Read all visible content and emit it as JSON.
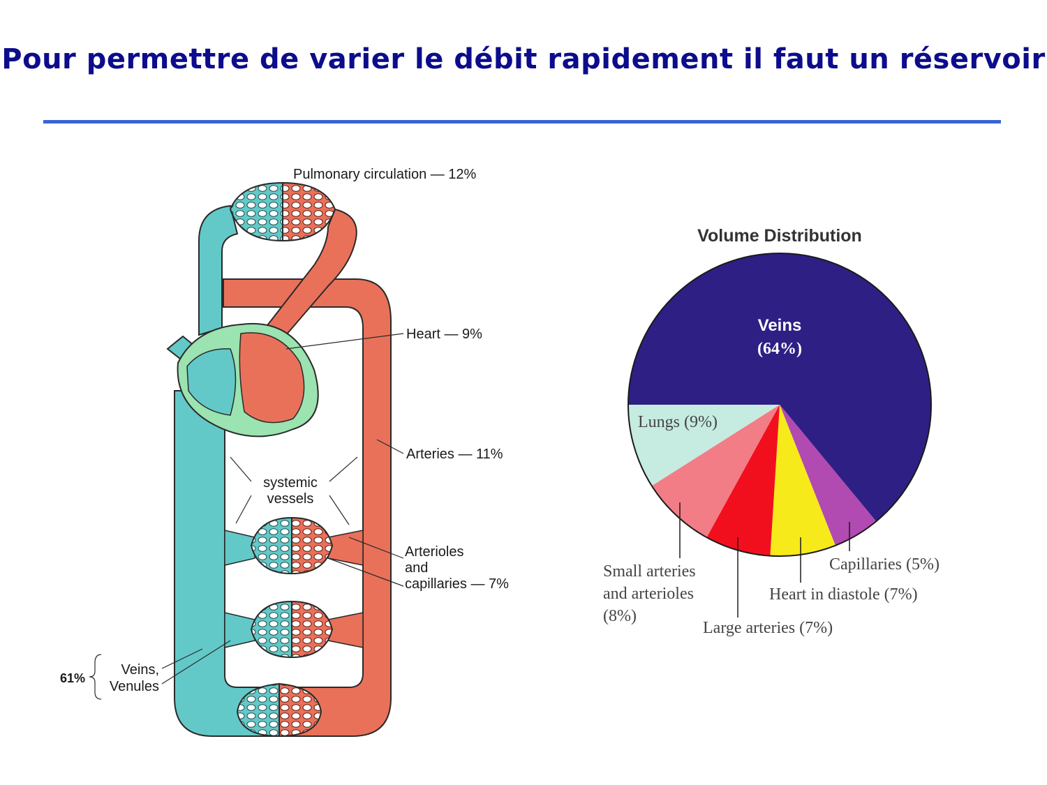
{
  "title": "Pour permettre de varier le débit rapidement il faut un réservoir",
  "colors": {
    "title": "#0c0c8c",
    "rule": "#3a64d4",
    "venous": "#63c9c8",
    "arterial": "#e9715a",
    "heart_wall": "#9be3b0"
  },
  "circulation_diagram": {
    "pulmonary": "Pulmonary circulation — 12%",
    "heart": "Heart — 9%",
    "arteries": "Arteries — 11%",
    "systemic_line1": "systemic",
    "systemic_line2": "vessels",
    "arterioles_line1": "Arterioles",
    "arterioles_line2": "and",
    "arterioles_line3": "capillaries — 7%",
    "veins_percent": "61%",
    "veins_line1": "Veins,",
    "veins_line2": "Venules"
  },
  "chart_data": {
    "type": "pie",
    "title": "Volume Distribution",
    "slices": [
      {
        "name": "Veins",
        "label": "Veins",
        "value": 64,
        "value_label": "(64%)",
        "color": "#2e1f85"
      },
      {
        "name": "Capillaries",
        "label": "Capillaries (5%)",
        "value": 5,
        "color": "#b14ab1"
      },
      {
        "name": "Heart in diastole",
        "label": "Heart in diastole (7%)",
        "value": 7,
        "color": "#f7ea1a"
      },
      {
        "name": "Large arteries",
        "label": "Large arteries (7%)",
        "value": 7,
        "color": "#f20f1d"
      },
      {
        "name": "Small arteries and arterioles",
        "label_line1": "Small arteries",
        "label_line2": "and arterioles",
        "label_line3": "(8%)",
        "value": 8,
        "color": "#f27d86"
      },
      {
        "name": "Lungs",
        "label": "Lungs (9%)",
        "value": 9,
        "color": "#c6ebe0"
      }
    ]
  }
}
